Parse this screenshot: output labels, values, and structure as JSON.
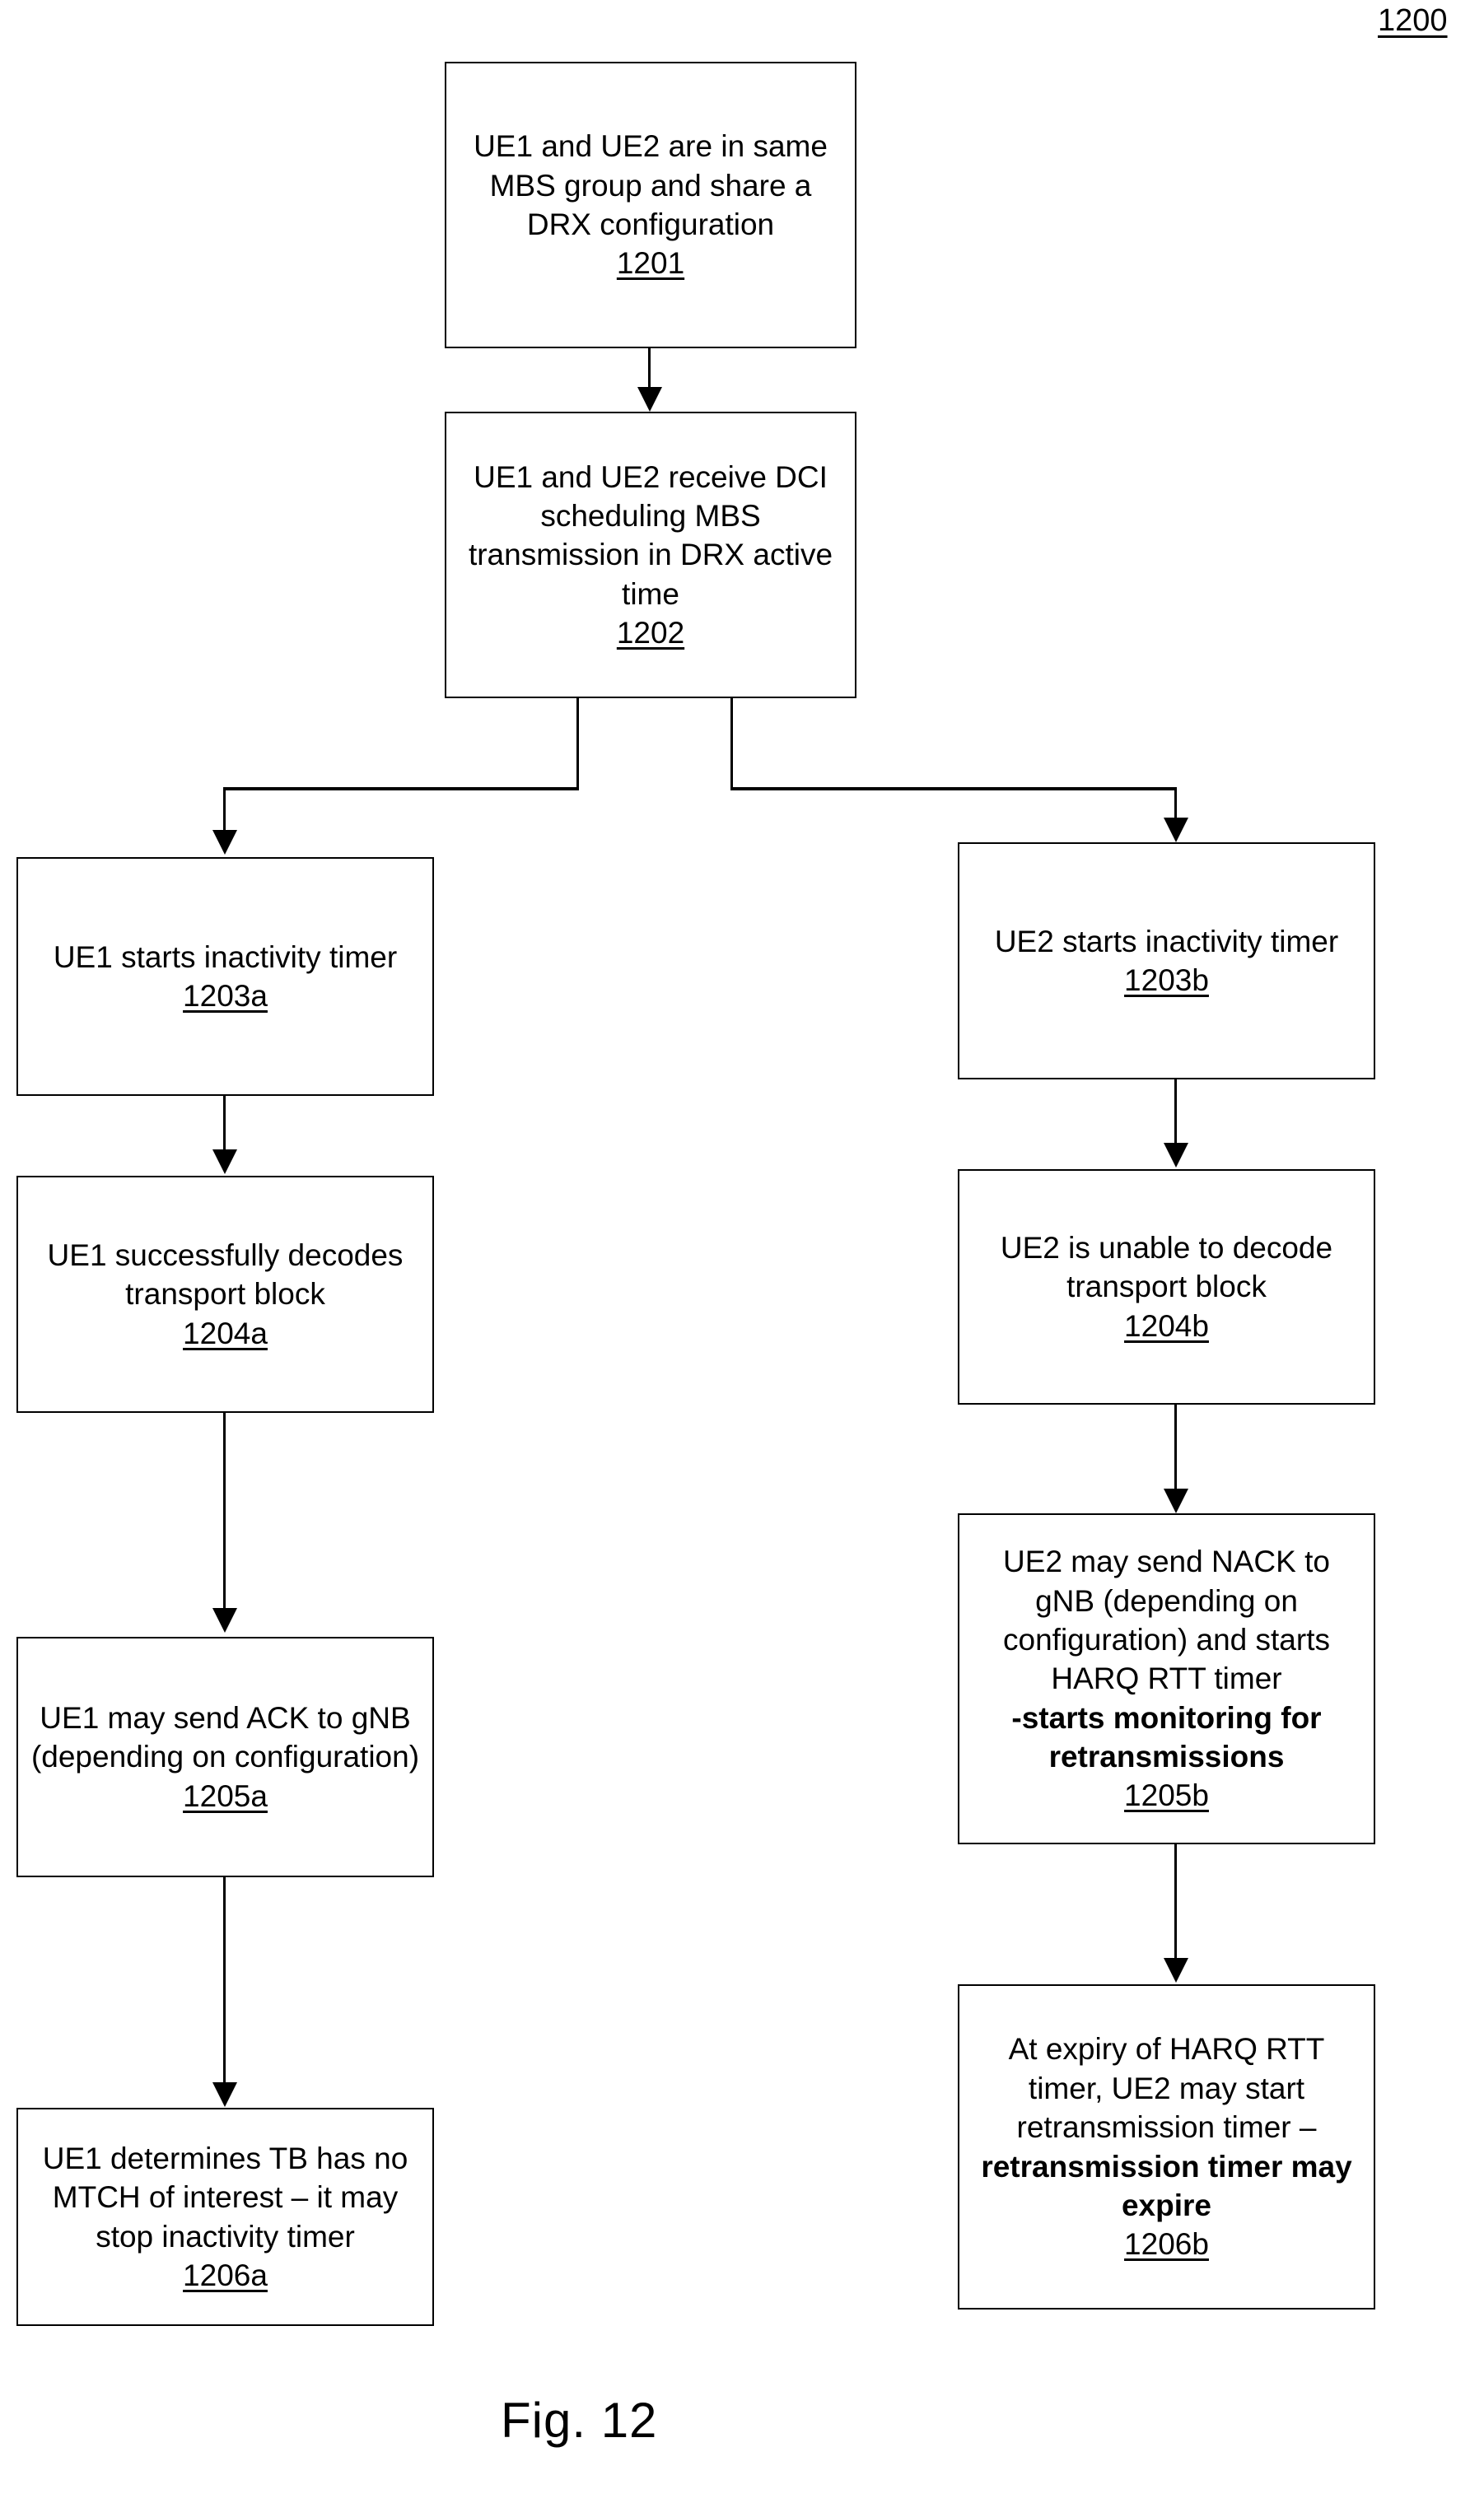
{
  "figure": {
    "number_label": "1200",
    "caption": "Fig. 12"
  },
  "nodes": [
    {
      "id": "1201",
      "text": "UE1  and UE2 are in same MBS group and share a DRX configuration",
      "ref": "1201",
      "bold_text": ""
    },
    {
      "id": "1202",
      "text": "UE1 and UE2 receive DCI scheduling MBS transmission in DRX active time",
      "ref": "1202",
      "bold_text": ""
    },
    {
      "id": "1203a",
      "text": "UE1 starts inactivity timer",
      "ref": "1203a",
      "bold_text": ""
    },
    {
      "id": "1204a",
      "text": "UE1 successfully decodes transport block",
      "ref": "1204a",
      "bold_text": ""
    },
    {
      "id": "1205a",
      "text": "UE1 may send ACK to gNB (depending on configuration)",
      "ref": "1205a",
      "bold_text": ""
    },
    {
      "id": "1206a",
      "text": "UE1 determines TB has no MTCH of interest – it may stop inactivity timer",
      "ref": "1206a",
      "bold_text": ""
    },
    {
      "id": "1203b",
      "text": "UE2 starts inactivity timer",
      "ref": "1203b",
      "bold_text": ""
    },
    {
      "id": "1204b",
      "text": "UE2 is unable to decode transport block",
      "ref": "1204b",
      "bold_text": ""
    },
    {
      "id": "1205b",
      "text": "UE2 may send NACK to gNB (depending on configuration) and starts HARQ RTT timer ",
      "ref": "1205b",
      "bold_text": "-starts monitoring for retransmissions"
    },
    {
      "id": "1206b",
      "text": "At expiry of HARQ RTT timer, UE2 may start retransmission timer – ",
      "ref": "1206b",
      "bold_text": "retransmission timer may expire"
    }
  ]
}
